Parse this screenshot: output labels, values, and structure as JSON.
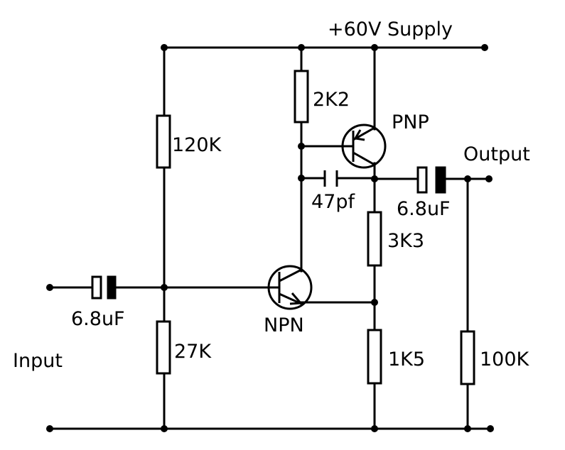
{
  "supply_label": "+60V Supply",
  "input_label": "Input",
  "output_label": "Output",
  "components": {
    "r_bias_top": "120K",
    "r_bias_bottom": "27K",
    "r_pnp_base": "2K2",
    "r_feedback": "3K3",
    "r_emitter": "1K5",
    "r_load": "100K",
    "c_input": "6.8uF",
    "c_comp": "47pf",
    "c_output": "6.8uF",
    "q_npn": "NPN",
    "q_pnp": "PNP"
  }
}
